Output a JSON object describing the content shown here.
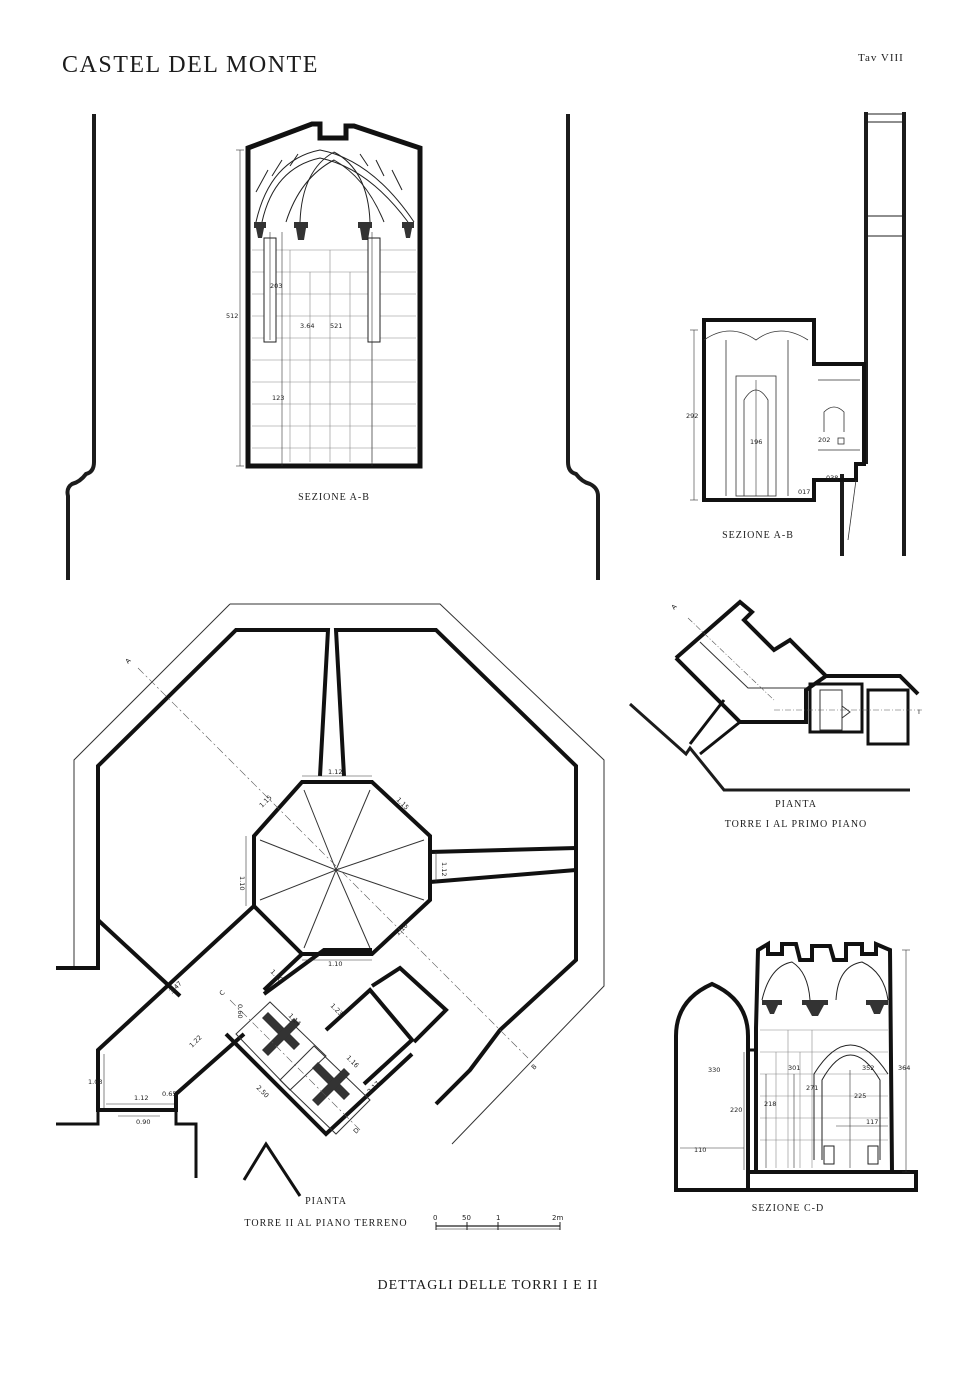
{
  "header": {
    "title": "CASTEL DEL MONTE",
    "plate": "Tav VIII"
  },
  "captions": {
    "section_ab_left": "SEZIONE A-B",
    "section_ab_right": "SEZIONE A-B",
    "plan_tower1_title": "PIANTA",
    "plan_tower1_sub": "TORRE I AL PRIMO PIANO",
    "plan_tower2_title": "PIANTA",
    "plan_tower2_sub": "TORRE II AL PIANO TERRENO",
    "section_cd": "SEZIONE C-D",
    "main": "DETTAGLI DELLE TORRI I E II"
  },
  "scale_bar": {
    "labels": [
      "0",
      "50",
      "1",
      "2m"
    ]
  },
  "dimensions": {
    "sec_ab_left": {
      "d512": "512",
      "d203": "203",
      "d364": "3.64",
      "d521": "521",
      "d123": "123"
    },
    "sec_ab_right": {
      "d292": "292",
      "d196": "196",
      "d202": "202",
      "d038": "038",
      "d017": "017"
    },
    "sec_cd": {
      "d330": "330",
      "d220": "220",
      "d110": "110",
      "d301": "301",
      "d271": "271",
      "d218": "218",
      "d352": "352",
      "d225": "225",
      "d364": "364",
      "d117": "117"
    },
    "plan_t2": {
      "d112a": "1.12",
      "d115a": "1.15",
      "d115b": "1.15",
      "d110a": "1.10",
      "d112b": "1.12",
      "d110b": "1.10",
      "d110c": "1.10",
      "d110d": "1.10",
      "d347": "3.47",
      "d122": "1.22",
      "d114": "1.14",
      "d123": "1.23",
      "d116": "1.16",
      "d250": "2.50",
      "d217": "2.17",
      "d103": "1.03",
      "d112c": "1.12",
      "d065": "0.65",
      "d090": "0.90",
      "d060": "0.60"
    },
    "section_marks": {
      "a": "A",
      "b": "B",
      "c": "C",
      "d": "D",
      "a_t1": "A",
      "b_t1": "I"
    }
  }
}
